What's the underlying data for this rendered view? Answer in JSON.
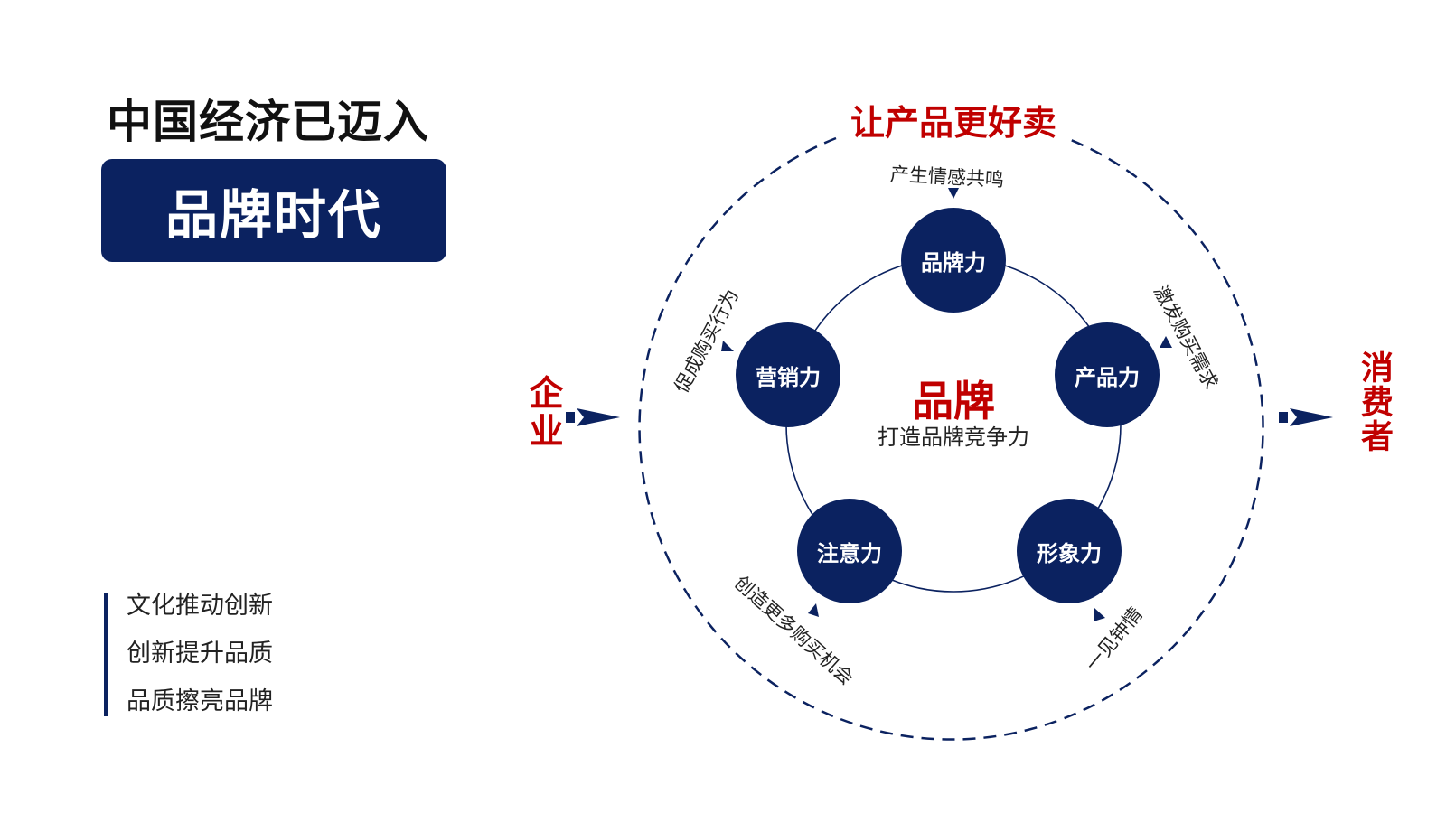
{
  "header": {
    "title": "中国经济已迈入",
    "badge": "品牌时代"
  },
  "points": [
    "文化推动创新",
    "创新提升品质",
    "品质擦亮品牌"
  ],
  "diagram": {
    "top_label": "让产品更好卖",
    "left_label": "企业",
    "right_label": "消费者",
    "center_title": "品牌",
    "center_subtitle": "打造品牌竞争力",
    "nodes": [
      "品牌力",
      "产品力",
      "形象力",
      "注意力",
      "营销力"
    ],
    "outcomes": [
      "产生情感共鸣",
      "激发购买需求",
      "一见钟情",
      "创造更多购买机会",
      "促成购买行为"
    ]
  },
  "colors": {
    "navy": "#0b2260",
    "red": "#c00000"
  }
}
